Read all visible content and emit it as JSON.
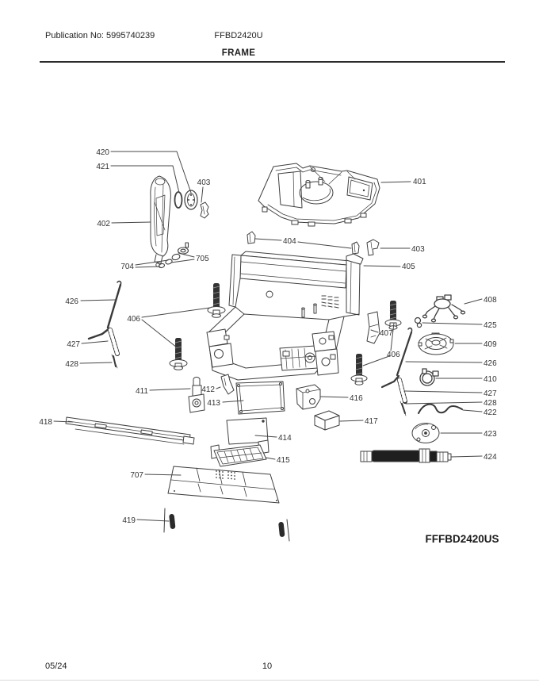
{
  "header": {
    "publication": "Publication No: 5995740239",
    "model": "FFBD2420U",
    "section_title": "FRAME"
  },
  "footer": {
    "date": "05/24",
    "page_number": "10"
  },
  "colors": {
    "ink": "#333333",
    "dark_fill": "#262626"
  },
  "diagram": {
    "model_code": "FFFBD2420US",
    "labels": {
      "420": "420",
      "421": "421",
      "402": "402",
      "403_top": "403",
      "704": "704",
      "705": "705",
      "401": "401",
      "404": "404",
      "403_right": "403",
      "405": "405",
      "426_left": "426",
      "406_left": "406",
      "427_left": "427",
      "428_left": "428",
      "407": "407",
      "406_right": "406",
      "408": "408",
      "425": "425",
      "409": "409",
      "426_right": "426",
      "410": "410",
      "427_right": "427",
      "428_right": "428",
      "422": "422",
      "423": "423",
      "424": "424",
      "411": "411",
      "412": "412",
      "413": "413",
      "414": "414",
      "415": "415",
      "416": "416",
      "417": "417",
      "418": "418",
      "707": "707",
      "419": "419"
    }
  }
}
